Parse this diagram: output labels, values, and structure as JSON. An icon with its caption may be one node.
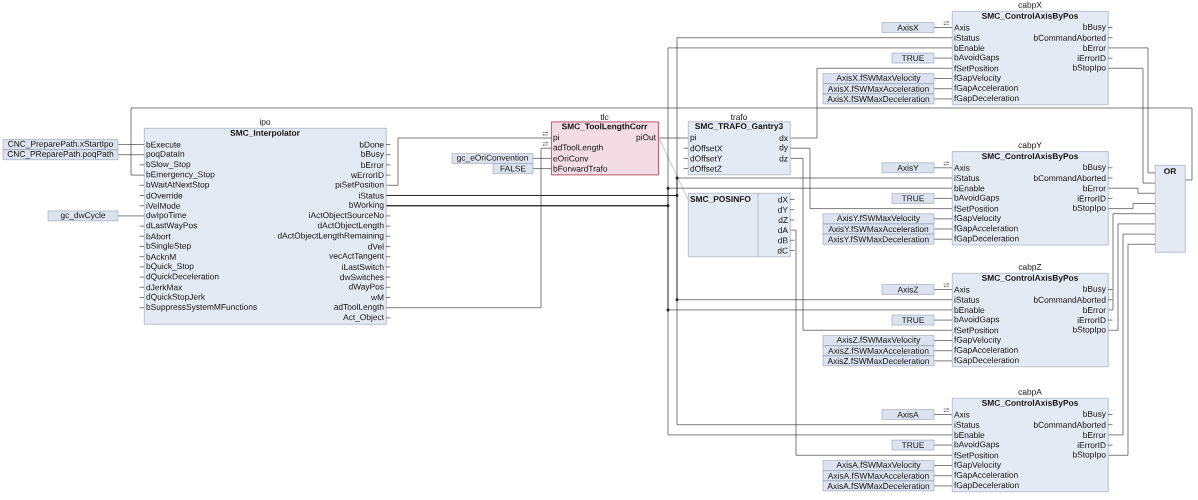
{
  "diagram": {
    "nodes": [
      {
        "text": [
          "CNC_PreparePath.xStartIpo"
        ]
      },
      {
        "text": [
          "CNC_PReparePath.poqPath"
        ]
      },
      {
        "text": [
          "gc_dwCycle"
        ]
      },
      {
        "text": [
          "ipo",
          "SMC_Interpolator",
          "bExecute",
          "poqDataIn",
          "bSlow_Stop",
          "bEmergency_Stop",
          "bWaitAtNextStop",
          "dOverride",
          "iVelMode",
          "dwIpoTime",
          "dLastWayPos",
          "bAbort",
          "bSingleStep",
          "bAcknM",
          "bQuick_Stop",
          "dQuickDeceleration",
          "dJerkMax",
          "dQuickStopJerk",
          "bSuppressSystemMFunctions",
          "bDone",
          "bBusy",
          "bError",
          "wErrorID",
          "piSetPosition",
          "iStatus",
          "bWorking",
          "iActObjectSourceNo",
          "dActObjectLength",
          "dActObjectLengthRemaining",
          "dVel",
          "vecActTangent",
          "iLastSwitch",
          "dwSwitches",
          "dWayPos",
          "wM",
          "adToolLength",
          "Act_Object"
        ]
      },
      {
        "text": [
          "gc_eOriConvention"
        ]
      },
      {
        "text": [
          "FALSE"
        ]
      },
      {
        "text": [
          "tlc",
          "SMC_ToolLengthCorr",
          "pi",
          "adToolLength",
          "eOriConv",
          "bForwardTrafo",
          "piOut"
        ]
      },
      {
        "text": [
          "trafo",
          "SMC_TRAFO_Gantry3",
          "pi",
          "dOffsetX",
          "dOffsetY",
          "dOffsetZ",
          "dx",
          "dy",
          "dz"
        ]
      },
      {
        "text": [
          "SMC_POSINFO",
          "dX",
          "dY",
          "dZ",
          "dA",
          "dB",
          "dC"
        ]
      },
      {
        "text": [
          "AxisX"
        ]
      },
      {
        "text": [
          "TRUE"
        ]
      },
      {
        "text": [
          "AxisX.fSWMaxVelocity"
        ]
      },
      {
        "text": [
          "AxisX.fSWMaxAcceleration"
        ]
      },
      {
        "text": [
          "AxisX.fSWMaxDeceleration"
        ]
      },
      {
        "text": [
          "cabpX",
          "SMC_ControlAxisByPos",
          "Axis",
          "iStatus",
          "bEnable",
          "bAvoidGaps",
          "fSetPosition",
          "fGapVelocity",
          "fGapAcceleration",
          "fGapDeceleration",
          "bBusy",
          "bCommandAborted",
          "bError",
          "iErrorID",
          "bStopIpo"
        ]
      },
      {
        "text": [
          "AxisY"
        ]
      },
      {
        "text": [
          "TRUE"
        ]
      },
      {
        "text": [
          "AxisY.fSWMaxVelocity"
        ]
      },
      {
        "text": [
          "AxisY.fSWMaxAcceleration"
        ]
      },
      {
        "text": [
          "AxisY.fSWMaxDeceleration"
        ]
      },
      {
        "text": [
          "cabpY",
          "SMC_ControlAxisByPos",
          "Axis",
          "iStatus",
          "bEnable",
          "bAvoidGaps",
          "fSetPosition",
          "fGapVelocity",
          "fGapAcceleration",
          "fGapDeceleration",
          "bBusy",
          "bCommandAborted",
          "bError",
          "iErrorID",
          "bStopIpo"
        ]
      },
      {
        "text": [
          "OR"
        ]
      },
      {
        "text": [
          "AxisZ"
        ]
      },
      {
        "text": [
          "TRUE"
        ]
      },
      {
        "text": [
          "AxisZ.fSWMaxVelocity"
        ]
      },
      {
        "text": [
          "AxisZ.fSWMaxAcceleration"
        ]
      },
      {
        "text": [
          "AxisZ.fSWMaxDeceleration"
        ]
      },
      {
        "text": [
          "cabpZ",
          "SMC_ControlAxisByPos",
          "Axis",
          "iStatus",
          "bEnable",
          "bAvoidGaps",
          "fSetPosition",
          "fGapVelocity",
          "fGapAcceleration",
          "fGapDeceleration",
          "bBusy",
          "bCommandAborted",
          "bError",
          "iErrorID",
          "bStopIpo"
        ]
      },
      {
        "text": [
          "AxisA"
        ]
      },
      {
        "text": [
          "TRUE"
        ]
      },
      {
        "text": [
          "AxisA.fSWMaxVelocity"
        ]
      },
      {
        "text": [
          "AxisA.fSWMaxAcceleration"
        ]
      },
      {
        "text": [
          "AxisA.fSWMaxDeceleration"
        ]
      },
      {
        "text": [
          "cabpA",
          "SMC_ControlAxisByPos",
          "Axis",
          "iStatus",
          "bEnable",
          "bAvoidGaps",
          "fSetPosition",
          "fGapVelocity",
          "fGapAcceleration",
          "fGapDeceleration",
          "bBusy",
          "bCommandAborted",
          "bError",
          "iErrorID",
          "bStopIpo"
        ]
      }
    ],
    "edges": [
      {
        "from": 0,
        "to": 3,
        "arrow": "none"
      },
      {
        "from": 1,
        "to": 3,
        "arrow": "none"
      },
      {
        "from": 21,
        "to": 3,
        "arrow": "none"
      },
      {
        "from": 2,
        "to": 3,
        "arrow": "none"
      },
      {
        "from": 3,
        "to": 6,
        "arrow": "none"
      },
      {
        "from": 3,
        "to": 6,
        "arrow": "none"
      },
      {
        "from": 4,
        "to": 6,
        "arrow": "none"
      },
      {
        "from": 5,
        "to": 6,
        "arrow": "none"
      },
      {
        "from": 6,
        "to": 7,
        "arrow": "none"
      },
      {
        "from": 6,
        "to": 8,
        "arrow": "none",
        "color": "#a0a0a0"
      },
      {
        "from": 3,
        "to": 14,
        "arrow": "none"
      },
      {
        "from": 3,
        "to": 20,
        "arrow": "none"
      },
      {
        "from": 3,
        "to": 27,
        "arrow": "none"
      },
      {
        "from": 3,
        "to": 33,
        "arrow": "none"
      },
      {
        "from": 3,
        "to": 14,
        "arrow": "none"
      },
      {
        "from": 3,
        "to": 20,
        "arrow": "none"
      },
      {
        "from": 3,
        "to": 27,
        "arrow": "none"
      },
      {
        "from": 3,
        "to": 33,
        "arrow": "none"
      },
      {
        "from": 7,
        "to": 14,
        "arrow": "none"
      },
      {
        "from": 7,
        "to": 20,
        "arrow": "none"
      },
      {
        "from": 7,
        "to": 27,
        "arrow": "none"
      },
      {
        "from": 8,
        "to": 33,
        "arrow": "none"
      },
      {
        "from": 9,
        "to": 14,
        "arrow": "none"
      },
      {
        "from": 10,
        "to": 14,
        "arrow": "none"
      },
      {
        "from": 11,
        "to": 14,
        "arrow": "none"
      },
      {
        "from": 12,
        "to": 14,
        "arrow": "none"
      },
      {
        "from": 13,
        "to": 14,
        "arrow": "none"
      },
      {
        "from": 15,
        "to": 20,
        "arrow": "none"
      },
      {
        "from": 16,
        "to": 20,
        "arrow": "none"
      },
      {
        "from": 17,
        "to": 20,
        "arrow": "none"
      },
      {
        "from": 18,
        "to": 20,
        "arrow": "none"
      },
      {
        "from": 19,
        "to": 20,
        "arrow": "none"
      },
      {
        "from": 22,
        "to": 27,
        "arrow": "none"
      },
      {
        "from": 23,
        "to": 27,
        "arrow": "none"
      },
      {
        "from": 24,
        "to": 27,
        "arrow": "none"
      },
      {
        "from": 25,
        "to": 27,
        "arrow": "none"
      },
      {
        "from": 26,
        "to": 27,
        "arrow": "none"
      },
      {
        "from": 28,
        "to": 33,
        "arrow": "none"
      },
      {
        "from": 29,
        "to": 33,
        "arrow": "none"
      },
      {
        "from": 30,
        "to": 33,
        "arrow": "none"
      },
      {
        "from": 31,
        "to": 33,
        "arrow": "none"
      },
      {
        "from": 32,
        "to": 33,
        "arrow": "none"
      },
      {
        "from": 14,
        "to": 21,
        "arrow": "none"
      },
      {
        "from": 14,
        "to": 21,
        "arrow": "none"
      },
      {
        "from": 20,
        "to": 21,
        "arrow": "none"
      },
      {
        "from": 20,
        "to": 21,
        "arrow": "none"
      },
      {
        "from": 27,
        "to": 21,
        "arrow": "none"
      },
      {
        "from": 27,
        "to": 21,
        "arrow": "none"
      },
      {
        "from": 33,
        "to": 21,
        "arrow": "none"
      },
      {
        "from": 33,
        "to": 21,
        "arrow": "none"
      }
    ]
  }
}
